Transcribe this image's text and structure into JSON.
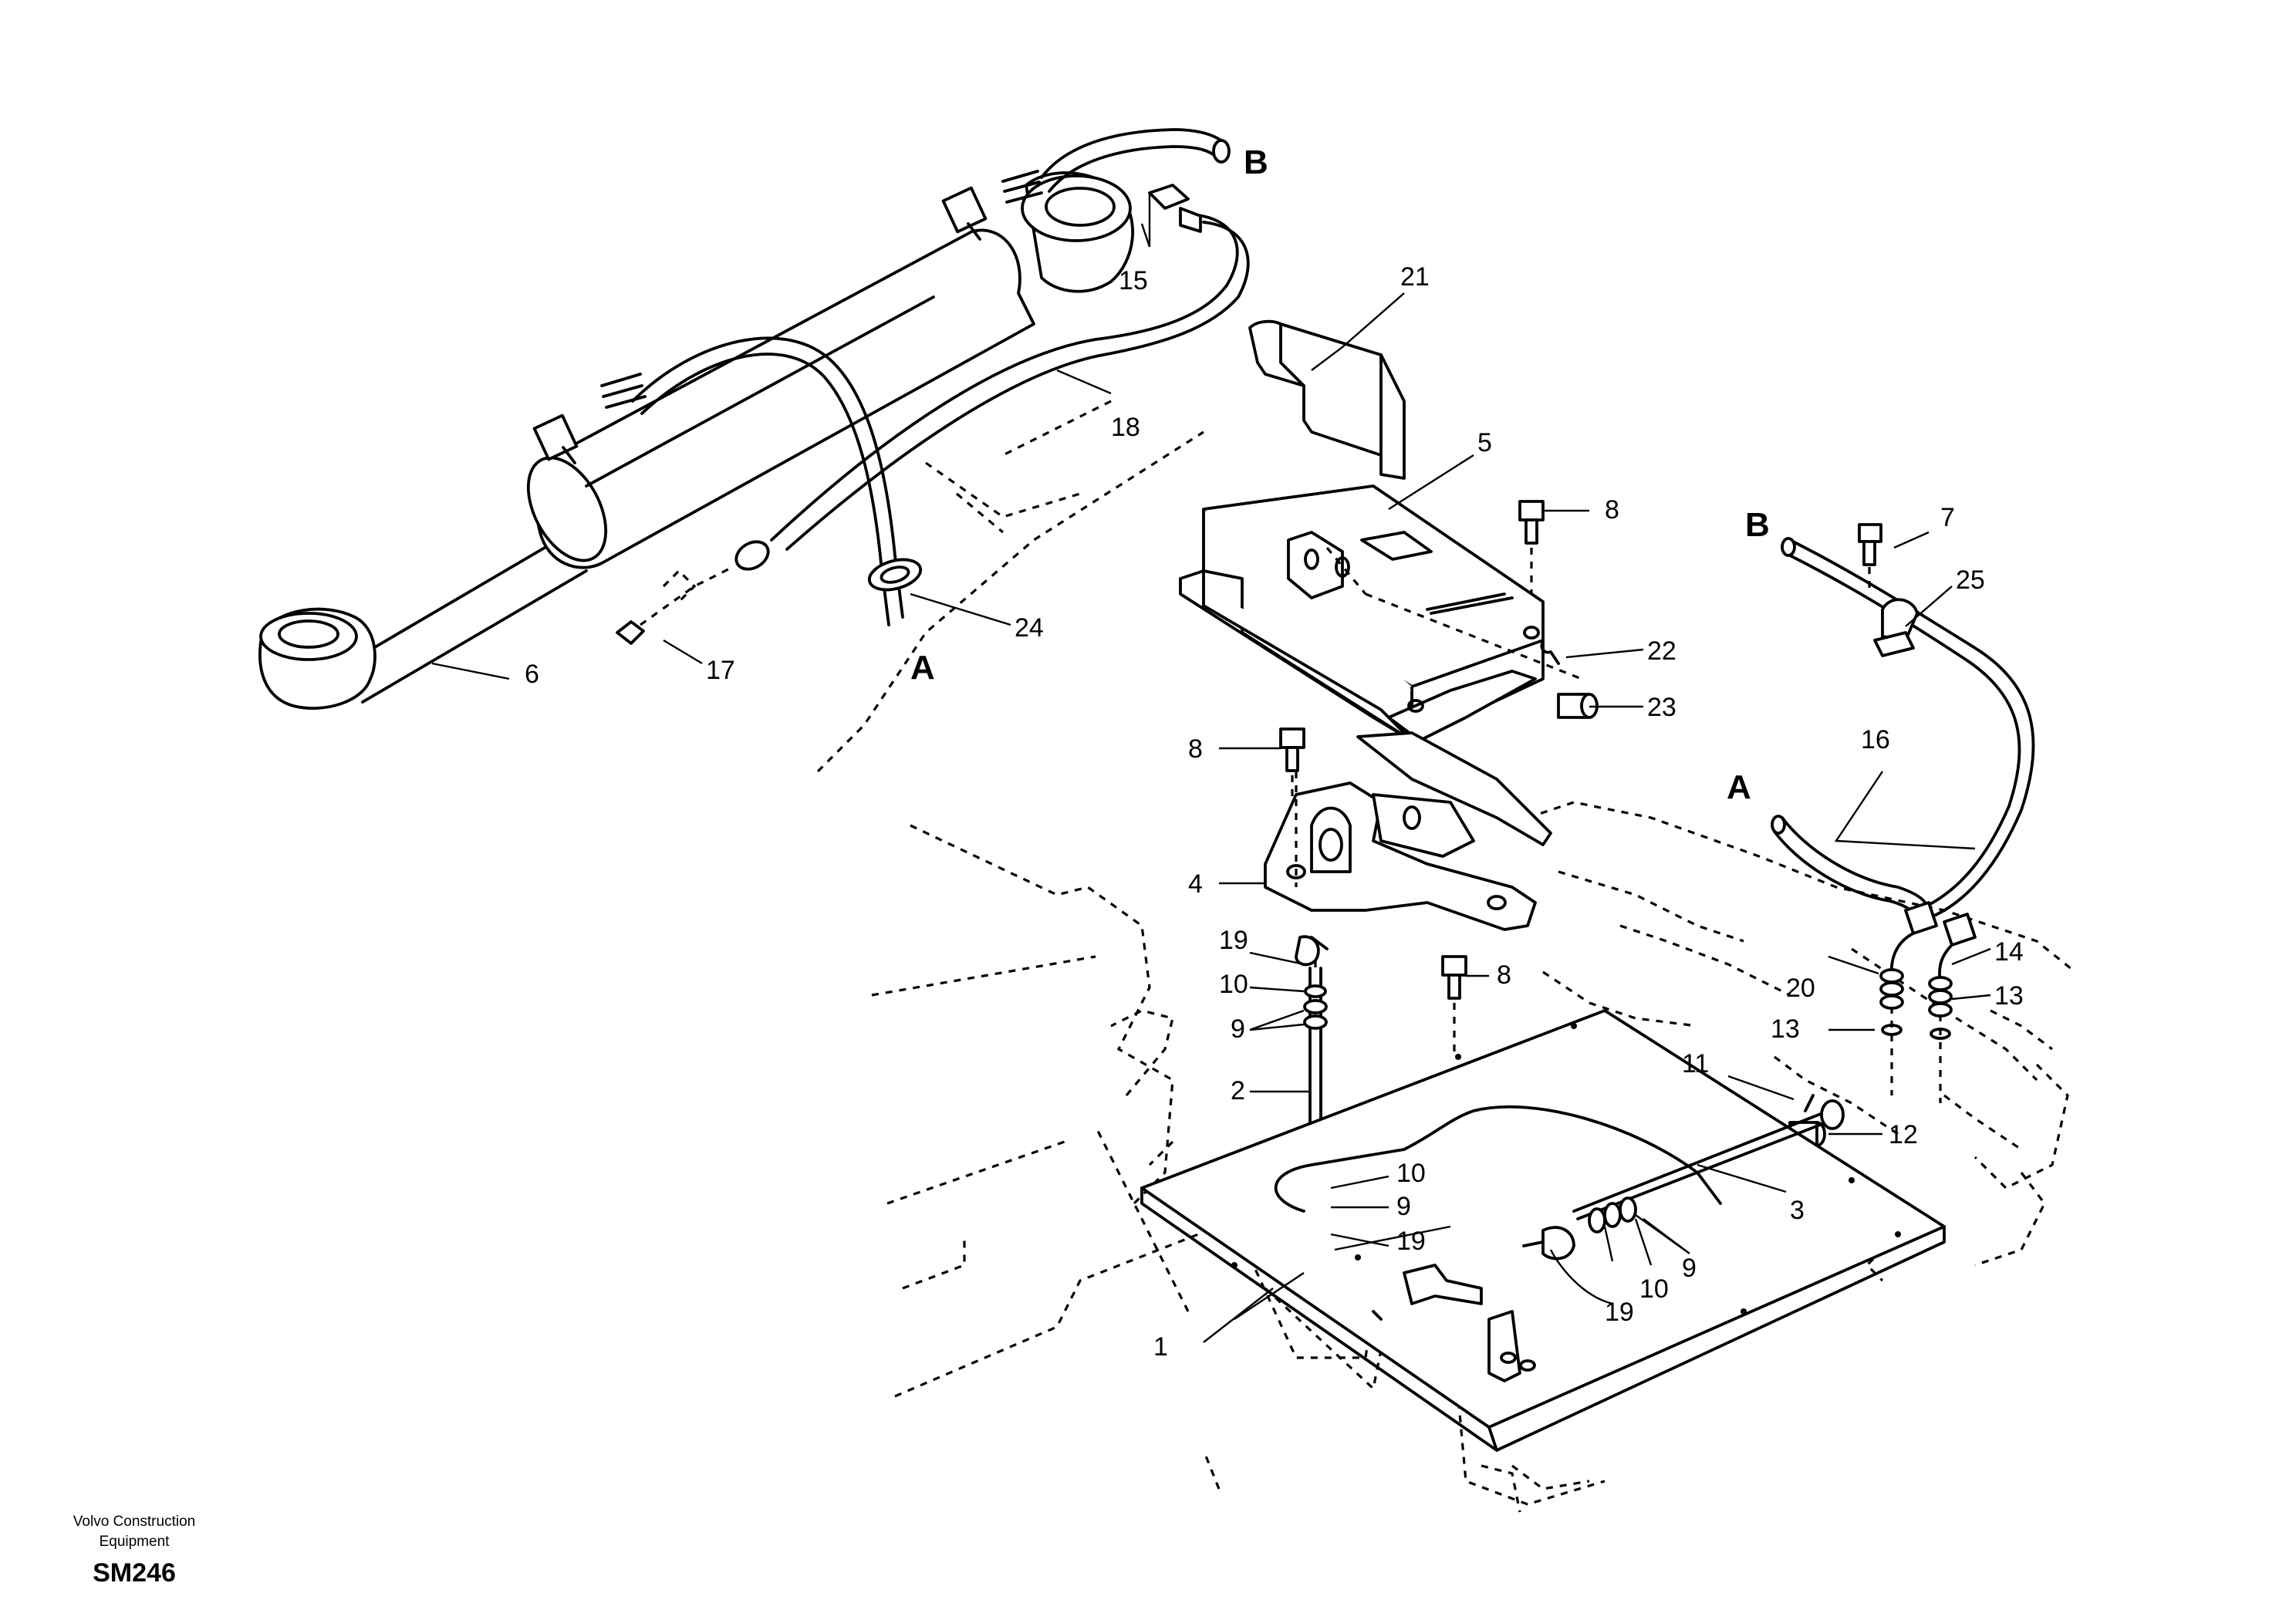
{
  "footer": {
    "brand_line1": "Volvo Construction",
    "brand_line2": "Equipment",
    "code": "SM246"
  },
  "callouts": {
    "c1": "1",
    "c2": "2",
    "c3": "3",
    "c4": "4",
    "c5": "5",
    "c6": "6",
    "c7": "7",
    "c8a": "8",
    "c8b": "8",
    "c8c": "8",
    "c9a": "9",
    "c9b": "9",
    "c9c": "9",
    "c10a": "10",
    "c10b": "10",
    "c10c": "10",
    "c11": "11",
    "c12": "12",
    "c13a": "13",
    "c13b": "13",
    "c14": "14",
    "c15": "15",
    "c16": "16",
    "c17": "17",
    "c18": "18",
    "c19a": "19",
    "c19b": "19",
    "c19c": "19",
    "c20": "20",
    "c21": "21",
    "c22": "22",
    "c23": "23",
    "c24": "24",
    "c25": "25"
  },
  "connection_markers": {
    "hose_end_a_left": "A",
    "hose_end_a_right": "A",
    "hose_end_b_top": "B",
    "hose_end_b_right": "B"
  }
}
